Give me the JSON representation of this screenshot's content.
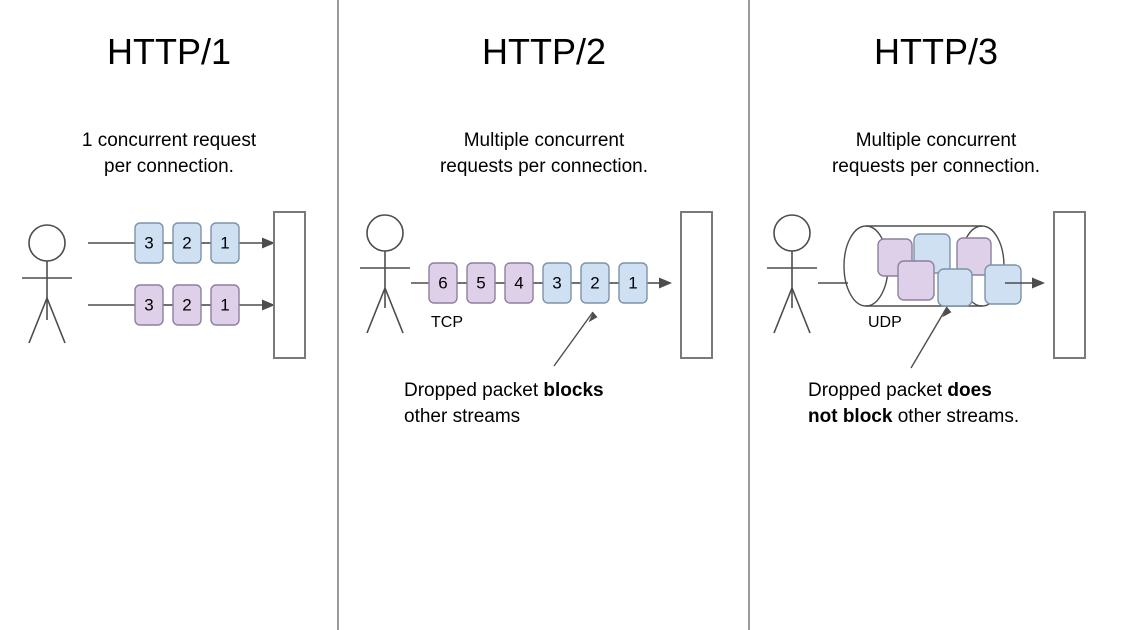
{
  "figure": {
    "kind": "comparison-diagram",
    "panel_count": 3,
    "colors": {
      "packet_blue_fill": "#cfe0f3",
      "packet_blue_stroke": "#7d93a8",
      "packet_purple_fill": "#ded0e8",
      "packet_purple_stroke": "#8d7fa0",
      "line": "#4d4d4d",
      "divider": "#9a9a9a",
      "background": "#ffffff",
      "server_stroke": "#7a7a7a"
    }
  },
  "panels": [
    {
      "id": "http1",
      "title": "HTTP/1",
      "subtitle": "1 concurrent request\nper connection.",
      "transport_label": "",
      "caption": null,
      "connections": [
        {
          "color": "blue",
          "packets": [
            "3",
            "2",
            "1"
          ]
        },
        {
          "color": "purple",
          "packets": [
            "3",
            "2",
            "1"
          ]
        }
      ]
    },
    {
      "id": "http2",
      "title": "HTTP/2",
      "subtitle": "Multiple concurrent\nrequests per connection.",
      "transport_label": "TCP",
      "caption": {
        "line1_plain": "Dropped packet ",
        "line1_bold": "blocks",
        "line2_plain": "other streams",
        "line2_bold": "",
        "full_text": "Dropped packet blocks other streams"
      },
      "connections": [
        {
          "color": "mixed",
          "packets": [
            {
              "label": "6",
              "color": "purple"
            },
            {
              "label": "5",
              "color": "purple"
            },
            {
              "label": "4",
              "color": "purple"
            },
            {
              "label": "3",
              "color": "blue"
            },
            {
              "label": "2",
              "color": "blue"
            },
            {
              "label": "1",
              "color": "blue"
            }
          ],
          "annotated_packet": "2"
        }
      ]
    },
    {
      "id": "http3",
      "title": "HTTP/3",
      "subtitle": "Multiple concurrent\nrequests per connection.",
      "transport_label": "UDP",
      "caption": {
        "line1_plain": "Dropped packet ",
        "line1_bold": "does",
        "line2_bold": "not block",
        "line2_plain": " other streams.",
        "full_text": "Dropped packet does not block other streams."
      },
      "cylinder_packets": [
        {
          "color": "purple"
        },
        {
          "color": "blue"
        },
        {
          "color": "purple"
        },
        {
          "color": "purple"
        },
        {
          "color": "blue"
        },
        {
          "color": "blue"
        }
      ]
    }
  ]
}
